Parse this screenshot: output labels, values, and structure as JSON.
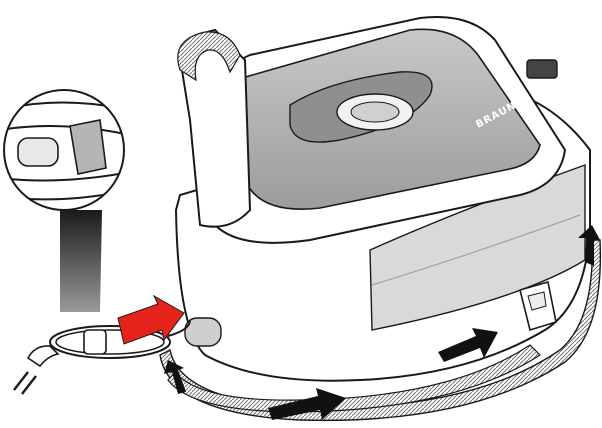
{
  "illustration": {
    "brand": "BRAUN",
    "subject": "steam-generator-iron"
  },
  "colors": {
    "outline": "#1a1a1a",
    "body_white": "#ffffff",
    "body_grey": "#b9b9b9",
    "body_grey_dark": "#8f8f8f",
    "panel_light": "#d9d9d9",
    "arrow_black": "#111111",
    "arrow_red": "#e5231b"
  },
  "icons": [
    "cord-storage-zoom",
    "cord-bundle",
    "mains-plug",
    "insertion-arrow",
    "cord-wrap-arrows",
    "hose-clip"
  ]
}
